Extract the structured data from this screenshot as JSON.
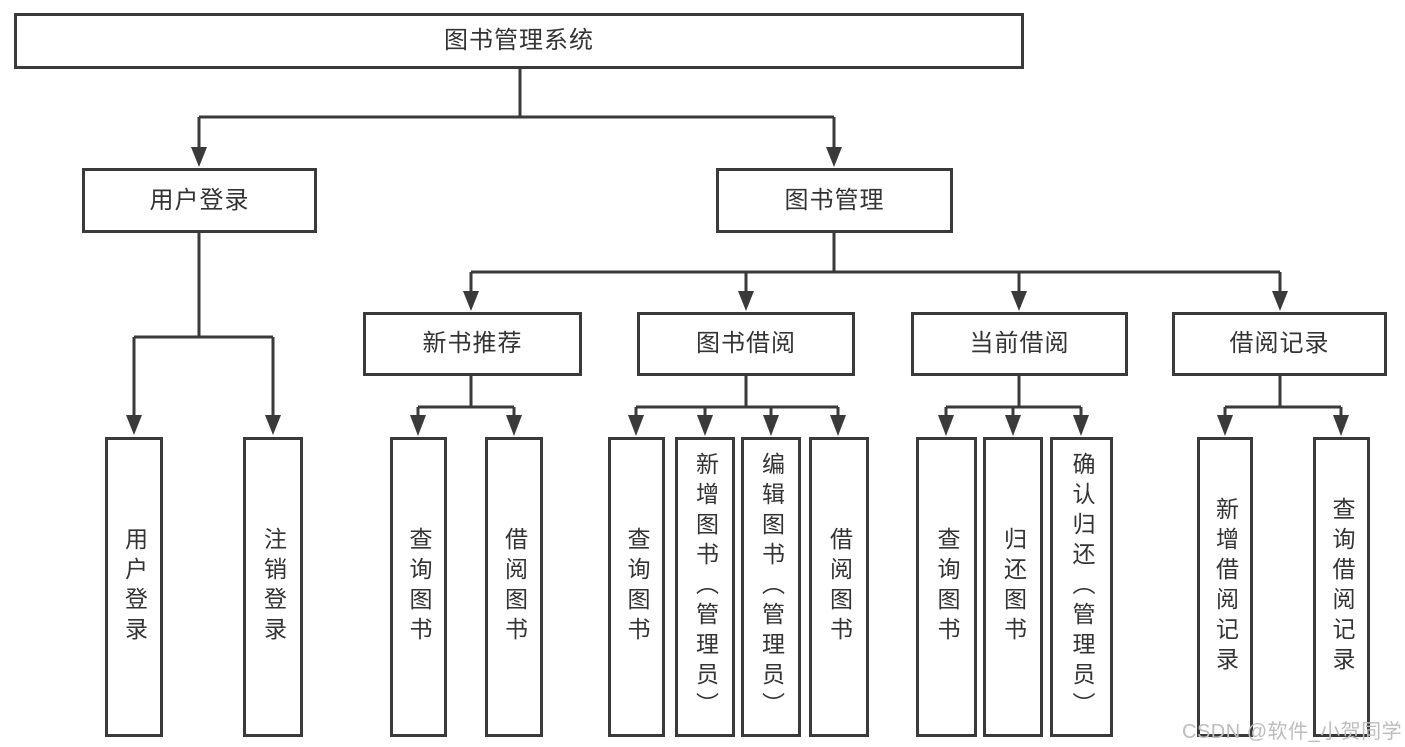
{
  "diagram": {
    "type": "hierarchy",
    "root": {
      "label": "图书管理系统"
    },
    "branches": [
      {
        "label": "用户登录",
        "children": [
          {
            "label": "用户登录"
          },
          {
            "label": "注销登录"
          }
        ]
      },
      {
        "label": "图书管理",
        "children": [
          {
            "label": "新书推荐",
            "children": [
              {
                "label": "查询图书"
              },
              {
                "label": "借阅图书"
              }
            ]
          },
          {
            "label": "图书借阅",
            "children": [
              {
                "label": "查询图书"
              },
              {
                "label": "新增图书（管理员）"
              },
              {
                "label": "编辑图书（管理员）"
              },
              {
                "label": "借阅图书"
              }
            ]
          },
          {
            "label": "当前借阅",
            "children": [
              {
                "label": "查询图书"
              },
              {
                "label": "归还图书"
              },
              {
                "label": "确认归还（管理员）"
              }
            ]
          },
          {
            "label": "借阅记录",
            "children": [
              {
                "label": "新增借阅记录"
              },
              {
                "label": "查询借阅记录"
              }
            ]
          }
        ]
      }
    ]
  },
  "watermark": {
    "text": "CSDN @软件_小贺同学"
  },
  "colors": {
    "line": "#3a3a3a",
    "text": "#333333",
    "background": "#ffffff",
    "watermark": "#bdbdbd"
  }
}
